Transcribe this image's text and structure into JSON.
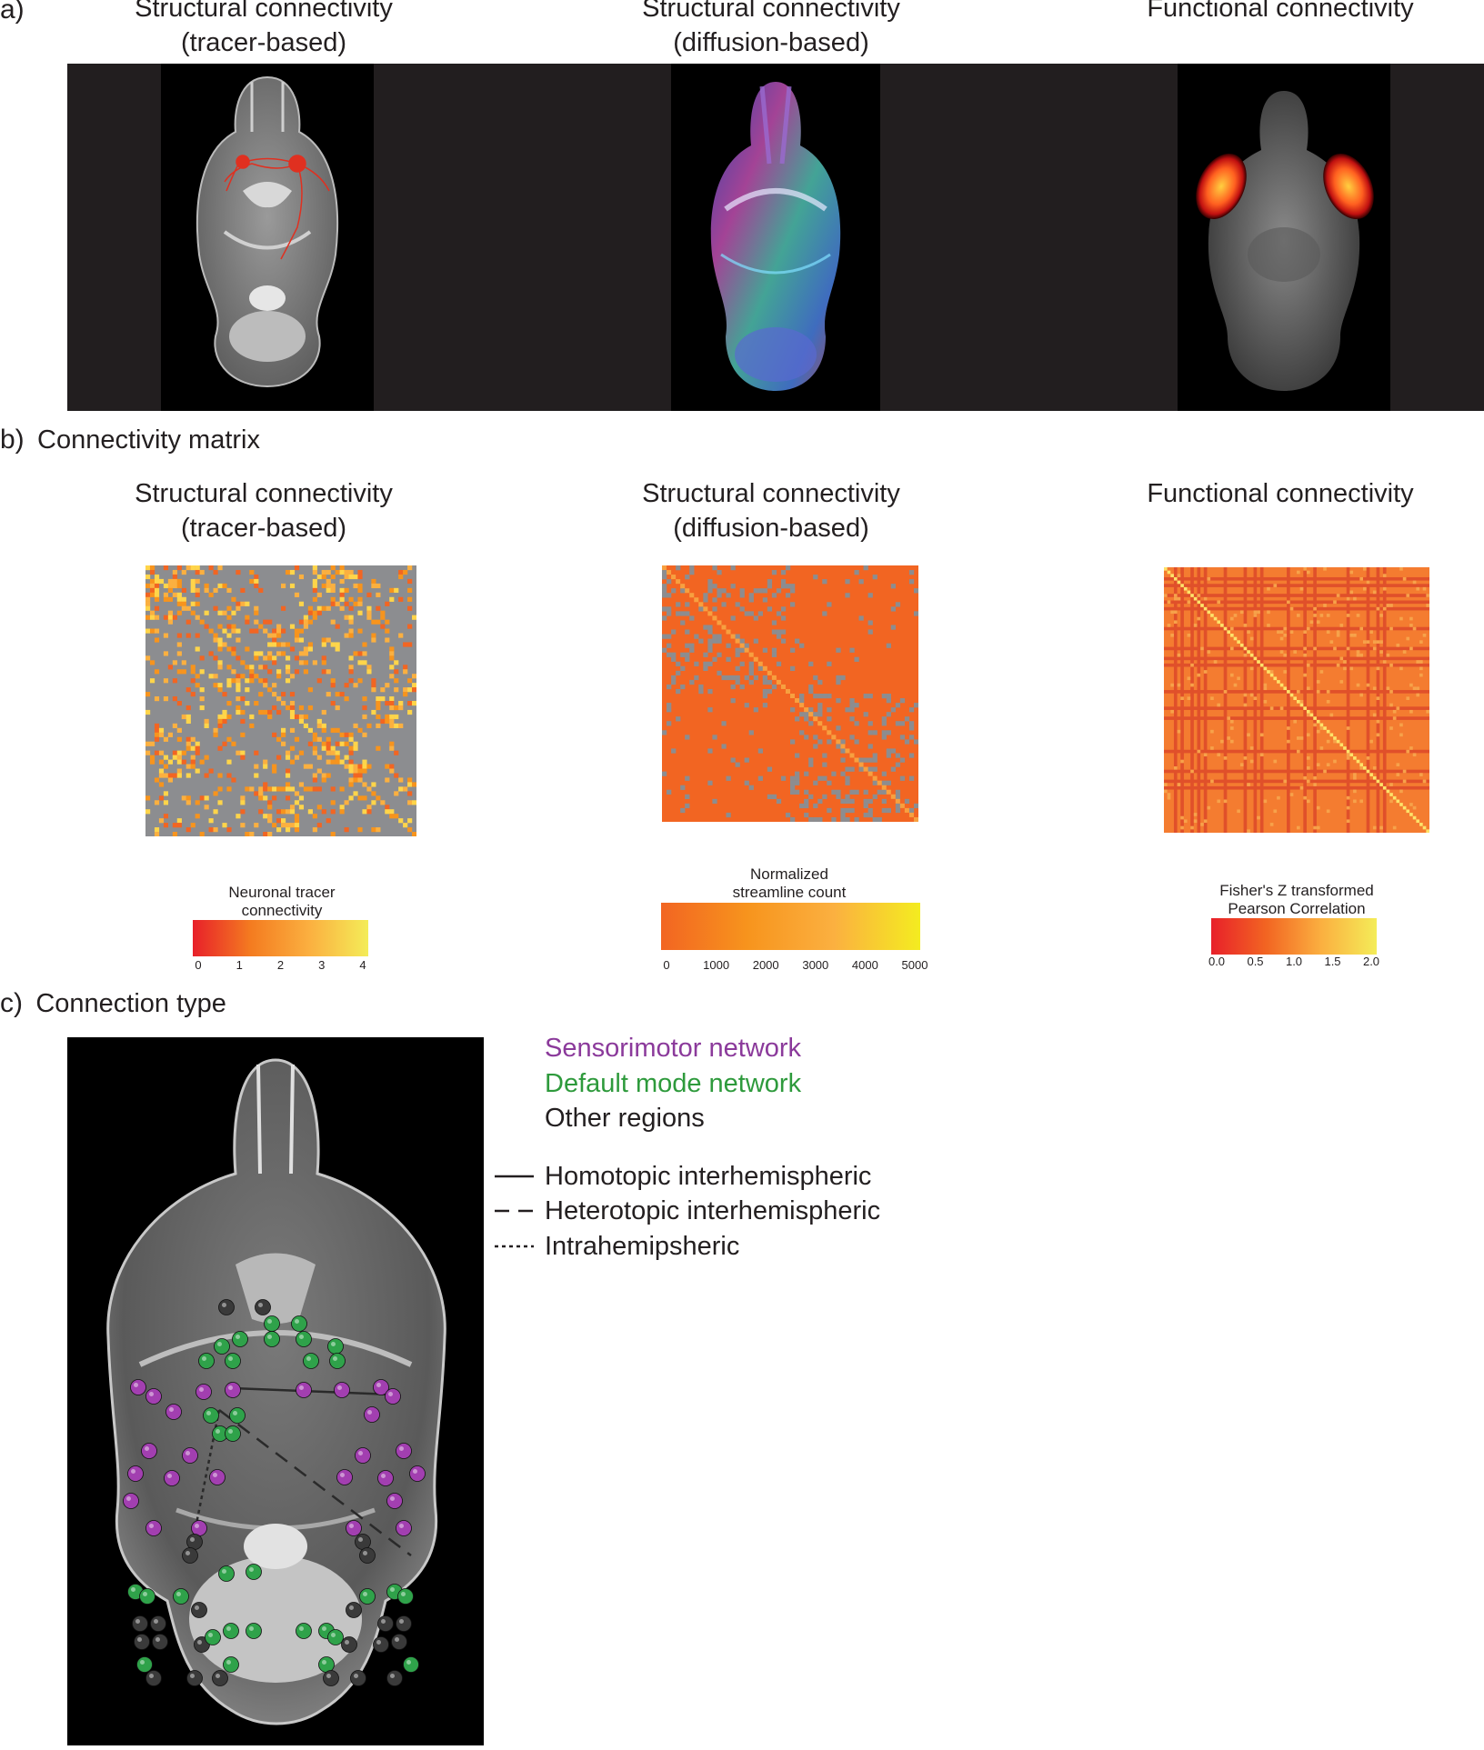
{
  "panel_a": {
    "label": "a)",
    "titles": [
      {
        "line1": "Structural connectivity",
        "line2": "(tracer-based)"
      },
      {
        "line1": "Structural connectivity",
        "line2": "(diffusion-based)"
      },
      {
        "line1": "Functional connectivity",
        "line2": ""
      }
    ]
  },
  "panel_b": {
    "label": "b)",
    "heading": "Connectivity matrix",
    "titles": [
      {
        "line1": "Structural connectivity",
        "line2": "(tracer-based)"
      },
      {
        "line1": "Structural connectivity",
        "line2": "(diffusion-based)"
      },
      {
        "line1": "Functional connectivity",
        "line2": ""
      }
    ],
    "colorbars": [
      {
        "title1": "Neuronal tracer",
        "title2": "connectivity",
        "ticks": [
          "0",
          "1",
          "2",
          "3",
          "4"
        ],
        "min": 0,
        "max": 4,
        "colors": [
          "#e8202a",
          "#f47c20",
          "#fbb040",
          "#f4ec58"
        ]
      },
      {
        "title1": "Normalized",
        "title2": "streamline count",
        "ticks": [
          "0",
          "1000",
          "2000",
          "3000",
          "4000",
          "5000"
        ],
        "min": 0,
        "max": 5000,
        "colors": [
          "#f26522",
          "#f7941d",
          "#fbb040",
          "#f4ec20"
        ]
      },
      {
        "title1": "Fisher's Z transformed",
        "title2": "Pearson Correlation",
        "ticks": [
          "0.0",
          "0.5",
          "1.0",
          "1.5",
          "2.0"
        ],
        "min": 0,
        "max": 2,
        "colors": [
          "#e8202a",
          "#f26522",
          "#fbb040",
          "#f4ec58"
        ]
      }
    ],
    "matrix_colors": {
      "background": "#8c8d90",
      "tracer": [
        "#f7941d",
        "#fbb040",
        "#ffd54a",
        "#f26522"
      ],
      "diffusion_base": "#f26522",
      "diffusion_gap": "#8c8d90",
      "functional_base": "#f47c30",
      "functional_line": "#e0502a",
      "functional_diag": "#fde36a"
    }
  },
  "panel_c": {
    "label": "c)",
    "heading": "Connection type",
    "legend_networks": [
      {
        "text": "Sensorimotor network",
        "color": "#8b3a9b"
      },
      {
        "text": "Default mode network",
        "color": "#2e9a3c"
      },
      {
        "text": "Other regions",
        "color": "#231f20"
      }
    ],
    "legend_lines": [
      {
        "text": "Homotopic interhemispheric",
        "dash": "none"
      },
      {
        "text": "Heterotopic interhemispheric",
        "dash": "16,10"
      },
      {
        "text": "Intrahemipsheric",
        "dash": "4,4"
      }
    ],
    "node_colors": {
      "sensorimotor": "#a23fb0",
      "default_mode": "#2fa24a",
      "other": "#3a3a3a"
    }
  }
}
